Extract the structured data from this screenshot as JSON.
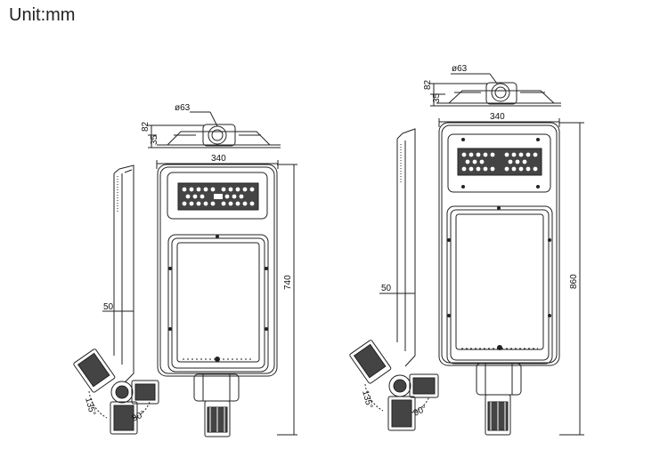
{
  "unit_label": "Unit:mm",
  "drawings": [
    {
      "name": "lamp-740",
      "dims": {
        "pole_dia": "ø63",
        "h_top": "82",
        "h_bot": "35",
        "width": "340",
        "height": "740",
        "depth": "50",
        "angle_a": "135°",
        "angle_b": "90°"
      }
    },
    {
      "name": "lamp-860",
      "dims": {
        "pole_dia": "ø63",
        "h_top": "82",
        "h_bot": "35",
        "width": "340",
        "height": "860",
        "depth": "50",
        "angle_a": "135°",
        "angle_b": "90°"
      }
    }
  ]
}
